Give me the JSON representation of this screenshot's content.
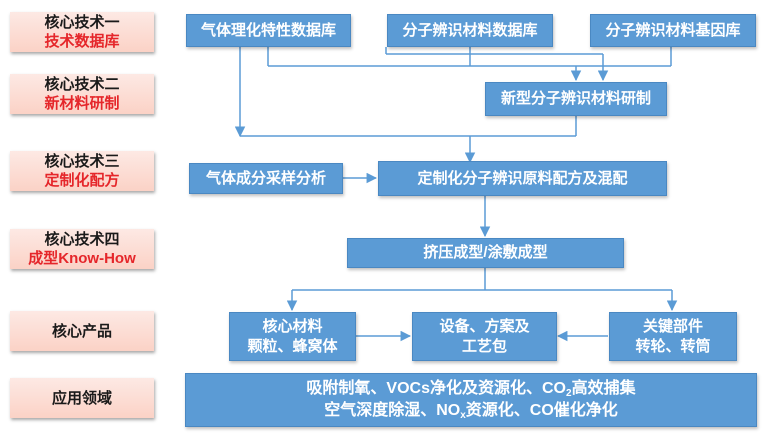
{
  "labels": [
    {
      "line1": "核心技术一",
      "line2": "技术数据库"
    },
    {
      "line1": "核心技术二",
      "line2": "新材料研制"
    },
    {
      "line1": "核心技术三",
      "line2": "定制化配方"
    },
    {
      "line1": "核心技术四",
      "line2": "成型Know-How"
    },
    {
      "line1": "核心产品"
    },
    {
      "line1": "应用领域"
    }
  ],
  "boxes": {
    "gas_db": "气体理化特性数据库",
    "molecule_db": "分子辨识材料数据库",
    "gene_db": "分子辨识材料基因库",
    "new_material": "新型分子辨识材料研制",
    "gas_sampling": "气体成分采样分析",
    "custom_formula": "定制化分子辨识原料配方及混配",
    "forming": "挤压成型/涂敷成型",
    "core_material_1": "核心材料",
    "core_material_2": "颗粒、蜂窝体",
    "equipment_1": "设备、方案及",
    "equipment_2": "工艺包",
    "key_parts_1": "关键部件",
    "key_parts_2": "转轮、转筒",
    "app_line1_a": "吸附制氧、VOCs净化及资源化、CO",
    "app_line1_sub": "2",
    "app_line1_b": "高效捕集",
    "app_line2_a": "空气深度除湿、NO",
    "app_line2_sub": "x",
    "app_line2_b": "资源化、CO催化净化"
  },
  "colors": {
    "box_fill": "#5b9bd5",
    "connector": "#5b9bd5",
    "label_accent": "#e5262a"
  }
}
